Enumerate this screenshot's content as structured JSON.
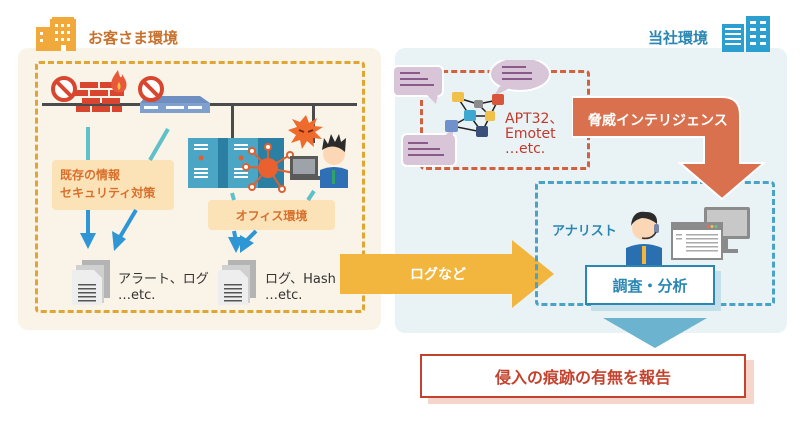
{
  "customer_env": {
    "title": "お客さま環境",
    "existing_security_label_line1": "既存の情報",
    "existing_security_label_line2": "セキュリティ対策",
    "office_env_label": "オフィス環境",
    "doc1_line1": "アラート、ログ",
    "doc1_line2": "…etc.",
    "doc2_line1": "ログ、Hash",
    "doc2_line2": "…etc."
  },
  "company_env": {
    "title": "当社環境",
    "intel_line1": "APT32、",
    "intel_line2": "Emotet",
    "intel_line3": "…etc.",
    "threat_intel_label": "脅威インテリジェンス",
    "analyst_label": "アナリスト",
    "analysis_label": "調査・分析"
  },
  "flow": {
    "logs_label": "ログなど",
    "report_label": "侵入の痕跡の有無を報告"
  },
  "colors": {
    "orange_accent": "#e0a634",
    "blue_accent": "#2a86b2",
    "red_accent": "#c4432f",
    "threat_arrow": "#d9714f",
    "log_arrow": "#f2b53e"
  }
}
